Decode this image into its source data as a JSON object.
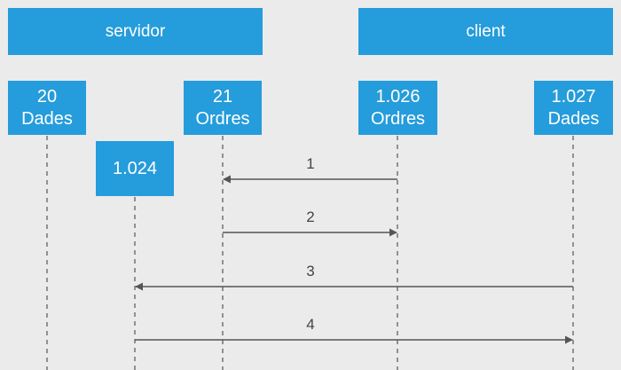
{
  "groups": {
    "server": "servidor",
    "client": "client"
  },
  "endpoints": [
    {
      "port": "20",
      "name": "Dades"
    },
    {
      "port": "21",
      "name": "Ordres"
    },
    {
      "port": "1.026",
      "name": "Ordres"
    },
    {
      "port": "1.027",
      "name": "Dades"
    }
  ],
  "extra_port": "1.024",
  "messages": [
    {
      "label": "1",
      "from": "1.026",
      "to": "21"
    },
    {
      "label": "2",
      "from": "21",
      "to": "1.026"
    },
    {
      "label": "3",
      "from": "1.027",
      "to": "1.024"
    },
    {
      "label": "4",
      "from": "1.024",
      "to": "1.027"
    }
  ],
  "colors": {
    "box": "#259cdb",
    "box_text": "#ffffff",
    "background": "#ebebec",
    "line": "#555555"
  }
}
